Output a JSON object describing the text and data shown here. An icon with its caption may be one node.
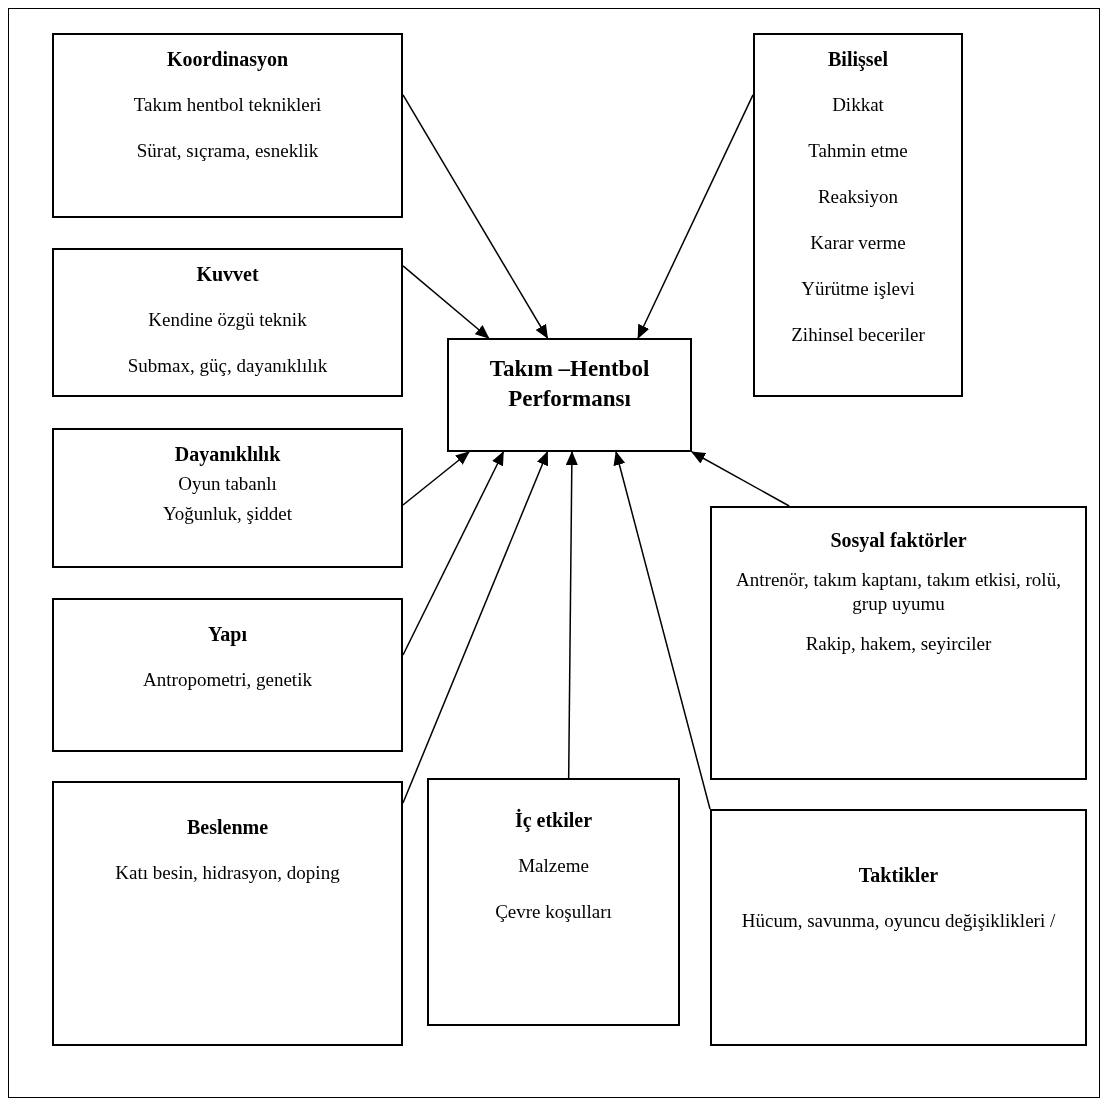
{
  "diagram": {
    "nodes": [
      {
        "text": [
          "Koordinasyon",
          "Takım hentbol teknikleri",
          "Sürat, sıçrama, esneklik"
        ]
      },
      {
        "text": [
          "Bilişsel",
          "Dikkat",
          "Tahmin etme",
          "Reaksiyon",
          "Karar verme",
          "Yürütme işlevi",
          "Zihinsel beceriler"
        ]
      },
      {
        "text": [
          "Kuvvet",
          "Kendine özgü teknik",
          "Submax, güç, dayanıklılık"
        ]
      },
      {
        "text": [
          "Takım –Hentbol Performansı"
        ]
      },
      {
        "text": [
          "Dayanıklılık",
          "Oyun tabanlı",
          "Yoğunluk, şiddet"
        ]
      },
      {
        "text": [
          "Sosyal faktörler",
          "Antrenör, takım kaptanı, takım etkisi, rolü, grup uyumu",
          "Rakip, hakem, seyirciler"
        ]
      },
      {
        "text": [
          "Yapı",
          "Antropometri, genetik"
        ]
      },
      {
        "text": [
          "Beslenme",
          "Katı besin, hidrasyon, doping"
        ]
      },
      {
        "text": [
          "İç etkiler",
          "Malzeme",
          "Çevre koşulları"
        ]
      },
      {
        "text": [
          "Taktikler",
          "Hücum, savunma, oyuncu değişiklikleri /"
        ]
      }
    ],
    "edges": [
      {
        "from": 0,
        "to": 3,
        "arrow": "to"
      },
      {
        "from": 1,
        "to": 3,
        "arrow": "to"
      },
      {
        "from": 2,
        "to": 3,
        "arrow": "to"
      },
      {
        "from": 4,
        "to": 3,
        "arrow": "to"
      },
      {
        "from": 6,
        "to": 3,
        "arrow": "to"
      },
      {
        "from": 7,
        "to": 3,
        "arrow": "to"
      },
      {
        "from": 8,
        "to": 3,
        "arrow": "to"
      },
      {
        "from": 9,
        "to": 3,
        "arrow": "to"
      },
      {
        "from": 5,
        "to": 3,
        "arrow": "to"
      }
    ]
  }
}
